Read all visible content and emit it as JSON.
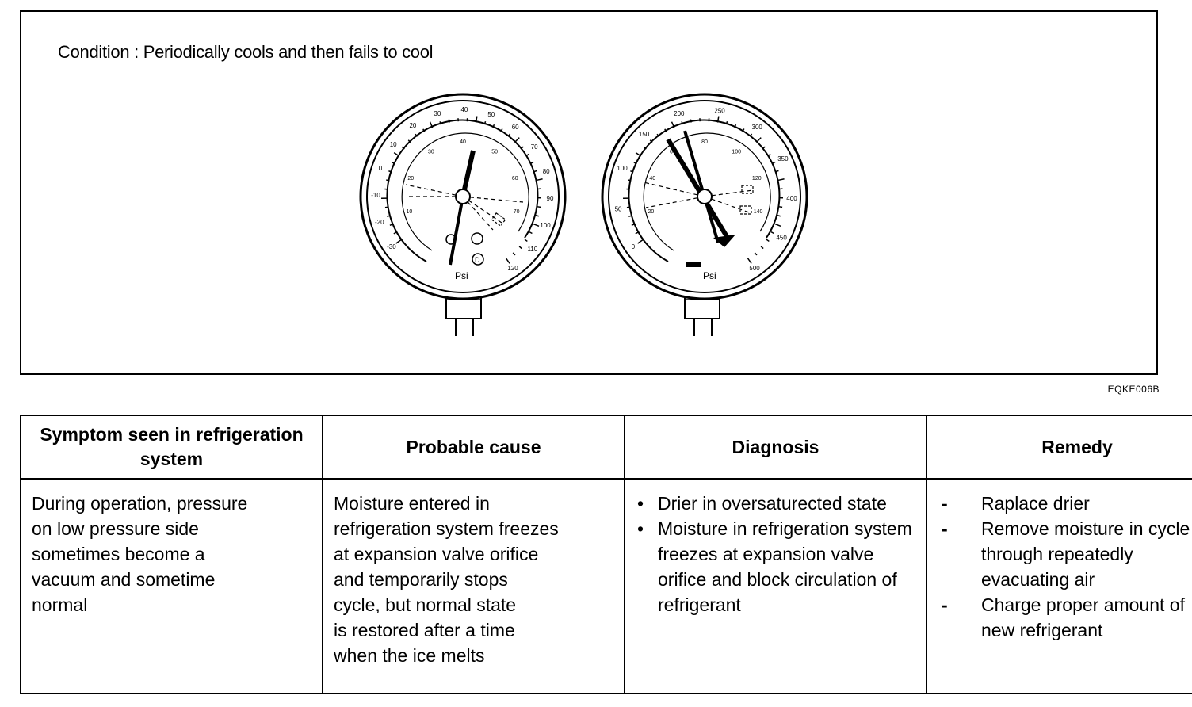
{
  "figure": {
    "condition": "Condition : Periodically cools and then fails to cool",
    "code": "EQKE006B",
    "low_gauge": {
      "unit": "Psi",
      "outer_scale": [
        "-30",
        "-20",
        "-10",
        "0",
        "10",
        "20",
        "30",
        "40",
        "50",
        "60",
        "70",
        "80",
        "90",
        "100",
        "110",
        "120"
      ],
      "inner_scale": [
        "10",
        "20",
        "30",
        "40",
        "50",
        "60",
        "70"
      ]
    },
    "high_gauge": {
      "unit": "Psi",
      "outer_scale": [
        "0",
        "50",
        "100",
        "150",
        "200",
        "250",
        "300",
        "350",
        "400",
        "450",
        "500"
      ],
      "inner_scale": [
        "20",
        "40",
        "60",
        "80",
        "100",
        "120",
        "140"
      ]
    }
  },
  "table": {
    "headers": {
      "symptom": "Symptom seen in refrigeration system",
      "cause": "Probable cause",
      "diagnosis": "Diagnosis",
      "remedy": "Remedy"
    },
    "symptom_lines": [
      "During operation, pressure",
      "on low pressure side",
      "sometimes become a",
      "vacuum and sometime",
      "normal"
    ],
    "cause_lines": [
      "Moisture entered in",
      "refrigeration system freezes",
      "at expansion valve orifice",
      "and temporarily stops",
      "cycle, but normal state",
      "is restored after a time",
      "when the ice melts"
    ],
    "diagnosis": [
      "Drier in oversaturected state",
      "Moisture in refrigeration system freezes at expansion valve orifice and block circulation of refrigerant"
    ],
    "remedy": [
      "Raplace drier",
      "Remove moisture in cycle through repeatedly evacuating air",
      "Charge proper amount of new refrigerant"
    ]
  }
}
